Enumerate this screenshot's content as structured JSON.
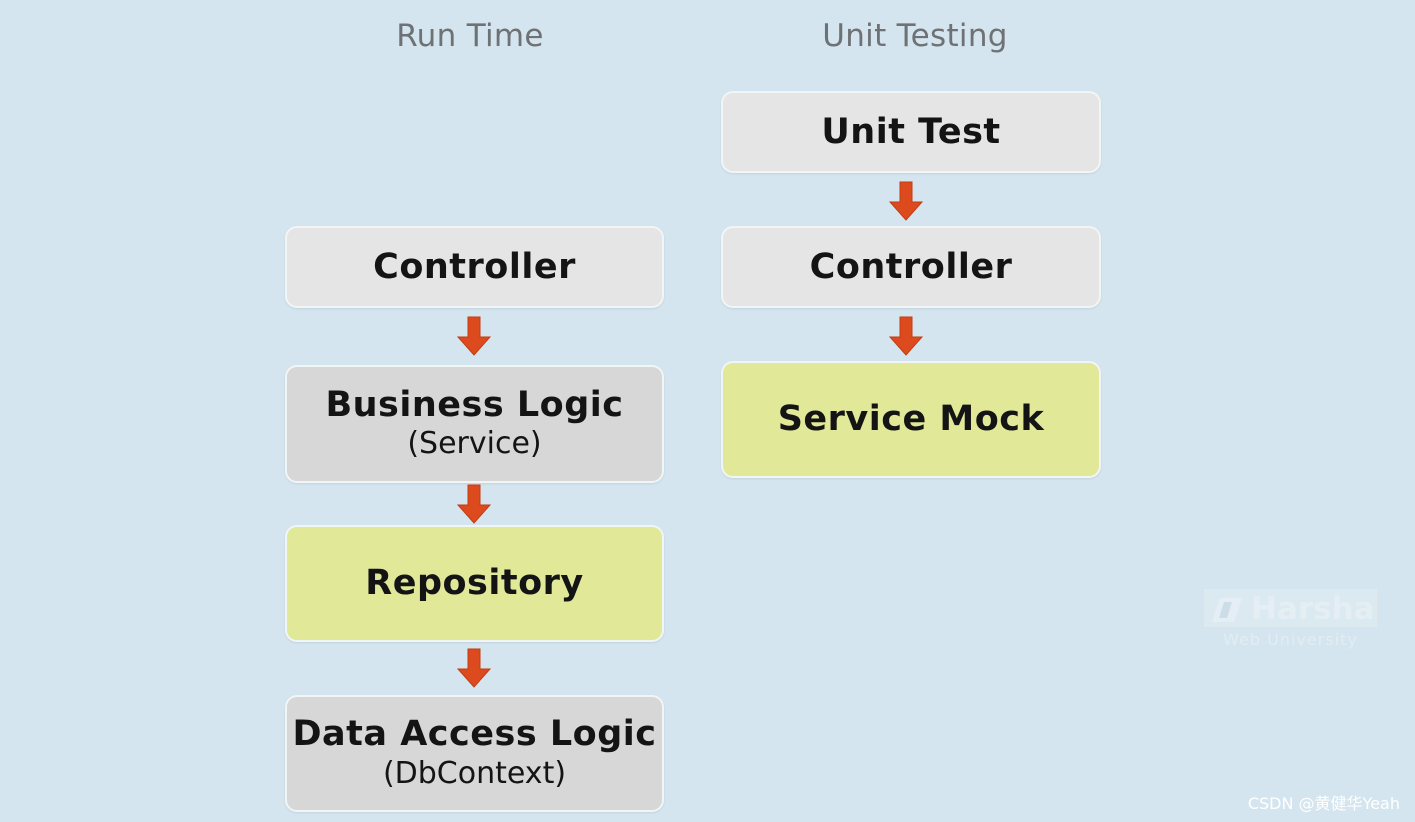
{
  "columns": {
    "runtime": {
      "title": "Run Time",
      "boxes": [
        {
          "label": "Controller"
        },
        {
          "label": "Business Logic",
          "sub": "(Service)"
        },
        {
          "label": "Repository"
        },
        {
          "label": "Data Access Logic",
          "sub": "(DbContext)"
        }
      ]
    },
    "testing": {
      "title": "Unit Testing",
      "boxes": [
        {
          "label": "Unit Test"
        },
        {
          "label": "Controller"
        },
        {
          "label": "Service Mock"
        }
      ]
    }
  },
  "logo": {
    "name": "Harsha",
    "sub": "Web University"
  },
  "credit": "CSDN @黄健华Yeah",
  "colors": {
    "background": "#d4e5ef",
    "box_light": "#e5e5e5",
    "box_grey": "#d7d7d7",
    "box_highlight": "#e1e999",
    "arrow": "#dc4a1e"
  },
  "icons": {
    "arrow": "arrow-down-icon",
    "logo": "harsha-logo-icon"
  }
}
